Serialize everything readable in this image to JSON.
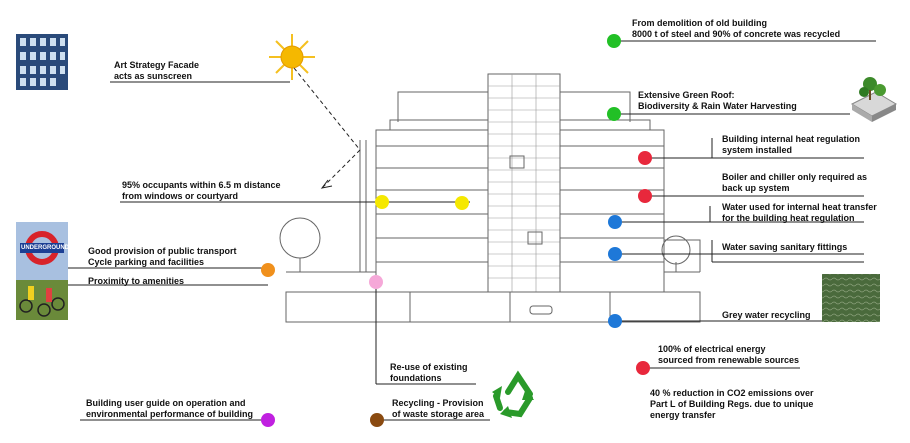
{
  "diagram": {
    "colors": {
      "green": "#22c026",
      "red": "#e8283c",
      "blue": "#1e78d8",
      "yellow": "#f5e800",
      "orange": "#f0901c",
      "pink": "#f5a8d8",
      "purple": "#c020e0",
      "brown": "#8a4a10",
      "sun": "#f5c020",
      "recycle": "#2a9a2a"
    },
    "annotations": {
      "art_facade": {
        "line1": "Art Strategy Facade",
        "line2": "acts as sunscreen"
      },
      "occupants": {
        "line1": "95% occupants within 6.5 m distance",
        "line2": "from windows or courtyard"
      },
      "transport": {
        "line1": "Good provision of public transport",
        "line2": "Cycle parking and facilities"
      },
      "amenities": {
        "line1": "Proximity to amenities"
      },
      "demolition": {
        "line1": "From demolition of old building",
        "line2": "8000 t of steel and 90% of concrete was recycled"
      },
      "green_roof": {
        "line1": "Extensive Green Roof:",
        "line2": "Biodiversity & Rain Water Harvesting"
      },
      "heat_reg": {
        "line1": "Building internal heat regulation",
        "line2": "system installed"
      },
      "boiler": {
        "line1": "Boiler and chiller only required as",
        "line2": "back up system"
      },
      "water_heat": {
        "line1": "Water used for internal heat transfer",
        "line2": "for the building heat regulation"
      },
      "sanitary": {
        "line1": "Water saving sanitary fittings"
      },
      "grey_water": {
        "line1": "Grey water recycling"
      },
      "electrical": {
        "line1": "100% of electrical energy",
        "line2": "sourced from renewable sources"
      },
      "co2": {
        "line1": "40 % reduction in CO2 emissions over",
        "line2": "Part L of Building Regs. due to unique",
        "line3": "energy transfer"
      },
      "foundations": {
        "line1": "Re-use of existing",
        "line2": "foundations"
      },
      "guide": {
        "line1": "Building user guide on operation and",
        "line2": "environmental performance of building"
      },
      "waste": {
        "line1": "Recycling - Provision",
        "line2": "of waste storage area"
      }
    },
    "underground_sign": "UNDERGROUND"
  }
}
